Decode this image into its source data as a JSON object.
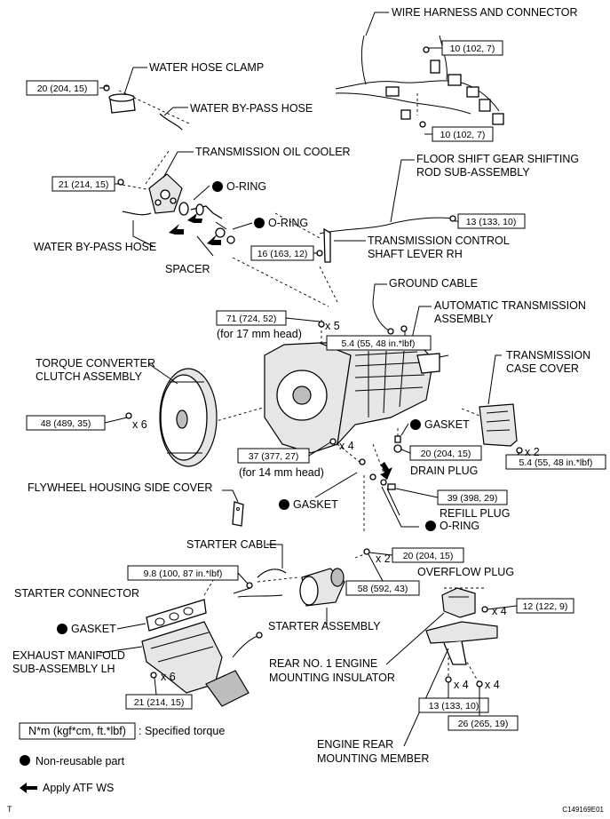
{
  "labels": {
    "wire_harness": "WIRE HARNESS AND CONNECTOR",
    "water_hose_clamp": "WATER HOSE CLAMP",
    "water_bypass_hose_top": "WATER BY-PASS HOSE",
    "trans_oil_cooler": "TRANSMISSION OIL COOLER",
    "oring_1": "O-RING",
    "oring_2": "O-RING",
    "water_bypass_hose_bottom": "WATER BY-PASS HOSE",
    "spacer": "SPACER",
    "floor_shift_1": "FLOOR SHIFT GEAR SHIFTING",
    "floor_shift_2": "ROD SUB-ASSEMBLY",
    "trans_ctrl_1": "TRANSMISSION CONTROL",
    "trans_ctrl_2": "SHAFT LEVER RH",
    "ground_cable": "GROUND CABLE",
    "auto_trans_1": "AUTOMATIC TRANSMISSION",
    "auto_trans_2": "ASSEMBLY",
    "for_17": "(for 17 mm head)",
    "torque_conv_1": "TORQUE CONVERTER",
    "torque_conv_2": "CLUTCH ASSEMBLY",
    "trans_case_1": "TRANSMISSION",
    "trans_case_2": "CASE COVER",
    "gasket_1": "GASKET",
    "drain_plug": "DRAIN PLUG",
    "for_14": "(for 14 mm head)",
    "flywheel_cover": "FLYWHEEL HOUSING SIDE COVER",
    "gasket_2": "GASKET",
    "refill_plug": "REFILL PLUG",
    "oring_3": "O-RING",
    "starter_cable": "STARTER CABLE",
    "overflow_plug": "OVERFLOW PLUG",
    "starter_connector": "STARTER CONNECTOR",
    "starter_assembly": "STARTER ASSEMBLY",
    "gasket_3": "GASKET",
    "exhaust_1": "EXHAUST MANIFOLD",
    "exhaust_2": "SUB-ASSEMBLY LH",
    "rear_insulator_1": "REAR NO. 1 ENGINE",
    "rear_insulator_2": "MOUNTING INSULATOR",
    "engine_rear_1": "ENGINE REAR",
    "engine_rear_2": "MOUNTING MEMBER"
  },
  "torques": {
    "t1": "10 (102, 7)",
    "t2": "20 (204, 15)",
    "t3": "10 (102, 7)",
    "t4": "21 (214, 15)",
    "t5": "13 (133, 10)",
    "t6": "16 (163, 12)",
    "t7": "71 (724, 52)",
    "t8": "5.4 (55, 48 in.*lbf)",
    "t9": "48 (489, 35)",
    "t10": "20 (204, 15)",
    "t11": "5.4 (55, 48 in.*lbf)",
    "t12": "37 (377, 27)",
    "t13": "39 (398, 29)",
    "t14": "20 (204, 15)",
    "t15": "9.8 (100, 87 in.*lbf)",
    "t16": "58 (592, 43)",
    "t17": "12 (122, 9)",
    "t18": "21 (214, 15)",
    "t19": "13 (133, 10)",
    "t20": "26 (265, 19)"
  },
  "multipliers": {
    "m1": "x 5",
    "m2": "x 6",
    "m3": "x 4",
    "m4": "x 2",
    "m5": "x 2",
    "m6": "x 4",
    "m7": "x 6",
    "m8": "x 4",
    "m9": "x 4"
  },
  "legend": {
    "torque_box": "N*m (kgf*cm, ft.*lbf)",
    "torque_text": ": Specified torque",
    "nonreusable": "Non-reusable part",
    "atf": "Apply ATF WS"
  },
  "footer": {
    "left": "T",
    "code": "C149169E01"
  }
}
